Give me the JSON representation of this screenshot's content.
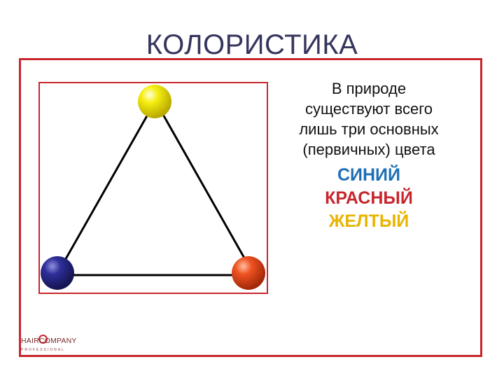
{
  "title": "КОЛОРИСТИКА",
  "intro_lines": [
    "В природе",
    "существуют всего",
    "лишь три основных",
    "(первичных) цвета"
  ],
  "colors": {
    "blue": {
      "label": "СИНИЙ",
      "hex": "#1d6fb5",
      "ball_hex": "#2b2b8c"
    },
    "red": {
      "label": "КРАСНЫЙ",
      "hex": "#c8252c",
      "ball_hex": "#e8481c"
    },
    "yellow": {
      "label": "ЖЕЛТЫЙ",
      "hex": "#e8b400",
      "ball_hex": "#f2e400"
    }
  },
  "frame_color": "#c8252c",
  "logo": {
    "main": "HAIRCOMPANY",
    "sub": "PROFESSIONAL"
  }
}
